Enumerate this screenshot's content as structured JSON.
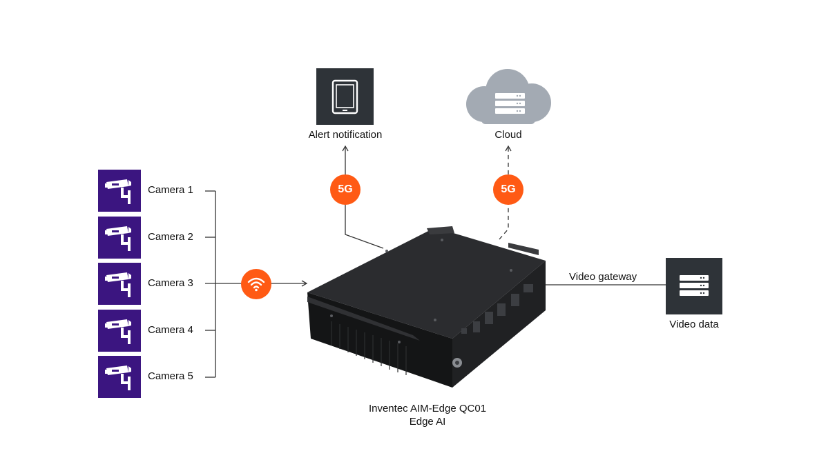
{
  "cameras": [
    {
      "label": "Camera 1"
    },
    {
      "label": "Camera 2"
    },
    {
      "label": "Camera 3"
    },
    {
      "label": "Camera 4"
    },
    {
      "label": "Camera 5"
    }
  ],
  "alert": {
    "label": "Alert notification",
    "link_badge": "5G"
  },
  "cloud": {
    "label": "Cloud",
    "link_badge": "5G"
  },
  "gateway": {
    "edge_label": "Video gateway",
    "target_label": "Video data"
  },
  "device": {
    "name_line1": "Inventec AIM-Edge QC01",
    "name_line2": "Edge AI"
  },
  "icons": {
    "camera": "security-camera-icon",
    "wifi": "wifi-icon",
    "tablet": "tablet-icon",
    "cloud": "cloud-server-icon",
    "server": "server-icon"
  },
  "colors": {
    "camera_tile": "#3b1580",
    "badge": "#ff5a14",
    "dark_tile": "#2e3338",
    "cloud": "#a3aab3",
    "device": "#1b1c1e"
  }
}
